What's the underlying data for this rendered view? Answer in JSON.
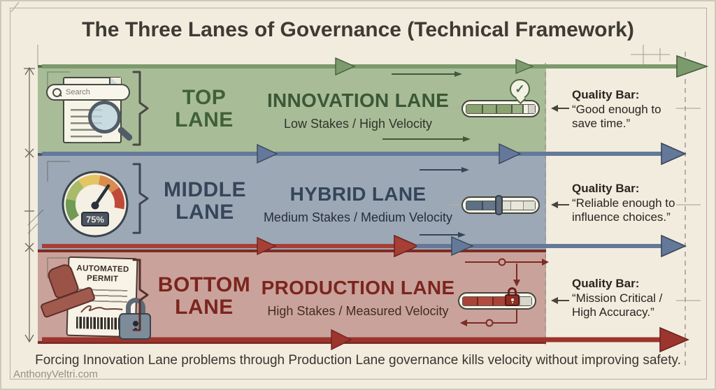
{
  "title": "The Three Lanes of Governance (Technical Framework)",
  "lanes": [
    {
      "position": [
        "TOP",
        "LANE"
      ],
      "name": "INNOVATION LANE",
      "subtitle": "Low Stakes / High Velocity",
      "quality_label": "Quality Bar:",
      "quality_quote": "“Good enough to save time.”",
      "fill": "#a9bc98",
      "accent": "#54714a"
    },
    {
      "position": [
        "MIDDLE",
        "LANE"
      ],
      "name": "HYBRID LANE",
      "subtitle": "Medium Stakes / Medium Velocity",
      "quality_label": "Quality Bar:",
      "quality_quote": "“Reliable enough to influence choices.”",
      "fill": "#9ca8b5",
      "accent": "#47586c"
    },
    {
      "position": [
        "BOTTOM",
        "LANE"
      ],
      "name": "PRODUCTION LANE",
      "subtitle": "High Stakes / Measured Velocity",
      "quality_label": "Quality Bar:",
      "quality_quote": "“Mission Critical / High Accuracy.”",
      "fill": "#c9a39b",
      "accent": "#7d2b23"
    }
  ],
  "icons": {
    "search_placeholder": "Search",
    "gauge_value": "75%",
    "permit_line1": "AUTOMATED",
    "permit_line2": "PERMIT",
    "check_glyph": "✓"
  },
  "footer": "Forcing Innovation Lane problems through Production Lane governance kills velocity without improving safety.",
  "watermark": "AnthonyVeltri.com",
  "colors": {
    "background": "#f2ecdf",
    "lane_green": "#a9bc98",
    "lane_blue": "#9ca8b5",
    "lane_red": "#c9a39b",
    "arrow_green": "#7d9a6c",
    "arrow_blue": "#64799a",
    "arrow_red": "#a63f35",
    "text_green_dark": "#3b5836",
    "text_blue_dark": "#35455a",
    "text_red_dark": "#7c241e"
  }
}
